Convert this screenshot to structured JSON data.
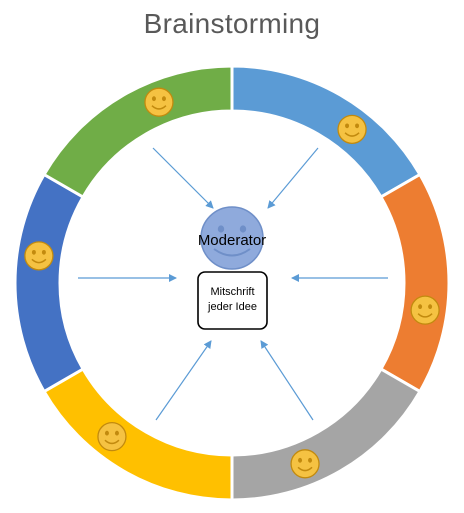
{
  "title": "Brainstorming",
  "center": {
    "moderator_label": "Moderator",
    "note_line1": "Mitschrift",
    "note_line2": "jeder Idee"
  },
  "ring": {
    "segments": [
      {
        "name": "top-right",
        "color": "#5B9BD5"
      },
      {
        "name": "right",
        "color": "#ED7D31"
      },
      {
        "name": "bottom-right",
        "color": "#A5A5A5"
      },
      {
        "name": "bottom-left",
        "color": "#FFC000"
      },
      {
        "name": "left",
        "color": "#4472C4"
      },
      {
        "name": "top-left",
        "color": "#70AD47"
      }
    ],
    "participant_icon": "smiley-face-icon"
  },
  "colors": {
    "smiley_fill": "#F5C242",
    "smiley_stroke": "#C28A0E",
    "moderator_fill": "#8FAADC",
    "moderator_stroke": "#6F8FC8",
    "arrow": "#5B9BD5",
    "note_border": "#000000"
  }
}
